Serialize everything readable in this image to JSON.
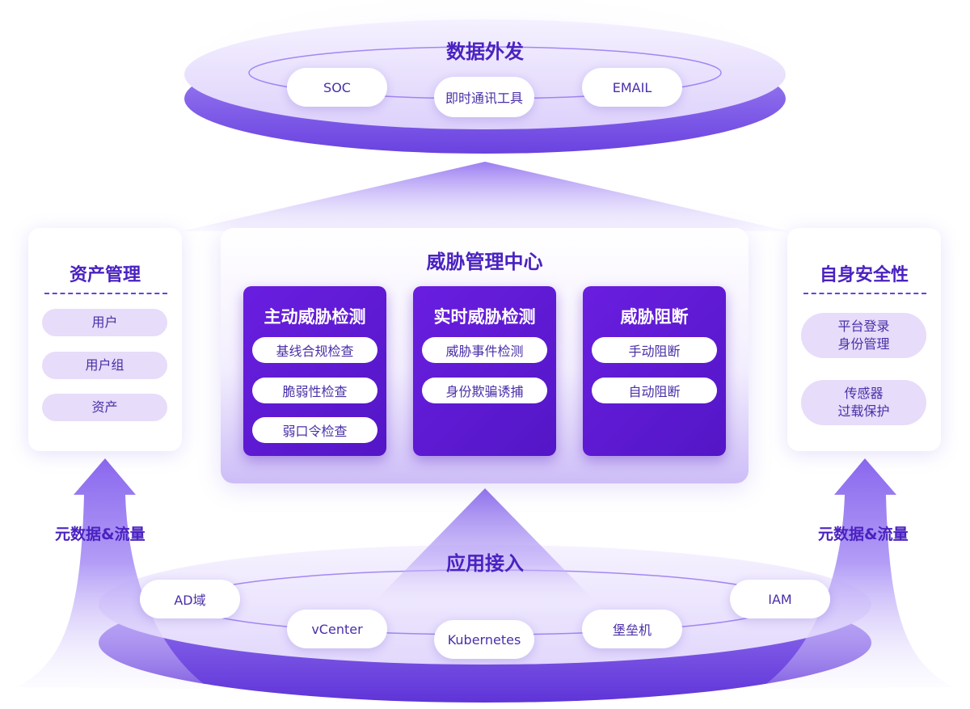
{
  "top_platform": {
    "title": "数据外发",
    "items": [
      "SOC",
      "即时通讯工具",
      "EMAIL"
    ]
  },
  "center": {
    "title": "威胁管理中心",
    "modules": [
      {
        "title": "主动威胁检测",
        "items": [
          "基线合规检查",
          "脆弱性检查",
          "弱口令检查"
        ]
      },
      {
        "title": "实时威胁检测",
        "items": [
          "威胁事件检测",
          "身份欺骗诱捕"
        ]
      },
      {
        "title": "威胁阻断",
        "items": [
          "手动阻断",
          "自动阻断"
        ]
      }
    ]
  },
  "left_card": {
    "title": "资产管理",
    "items": [
      "用户",
      "用户组",
      "资产"
    ]
  },
  "right_card": {
    "title": "自身安全性",
    "items": [
      {
        "line1": "平台登录",
        "line2": "身份管理"
      },
      {
        "line1": "传感器",
        "line2": "过载保护"
      }
    ]
  },
  "flows": {
    "left_label": "元数据&流量",
    "right_label": "元数据&流量"
  },
  "bottom_platform": {
    "title": "应用接入",
    "items": [
      "AD域",
      "vCenter",
      "Kubernetes",
      "堡垒机",
      "IAM"
    ]
  },
  "colors": {
    "primary": "#4a22c0",
    "module_bg": "#5e1ad6",
    "pill_text": "#4a2fa8",
    "platform_dark": "#7a5ae8",
    "platform_light": "#eae2ff"
  }
}
